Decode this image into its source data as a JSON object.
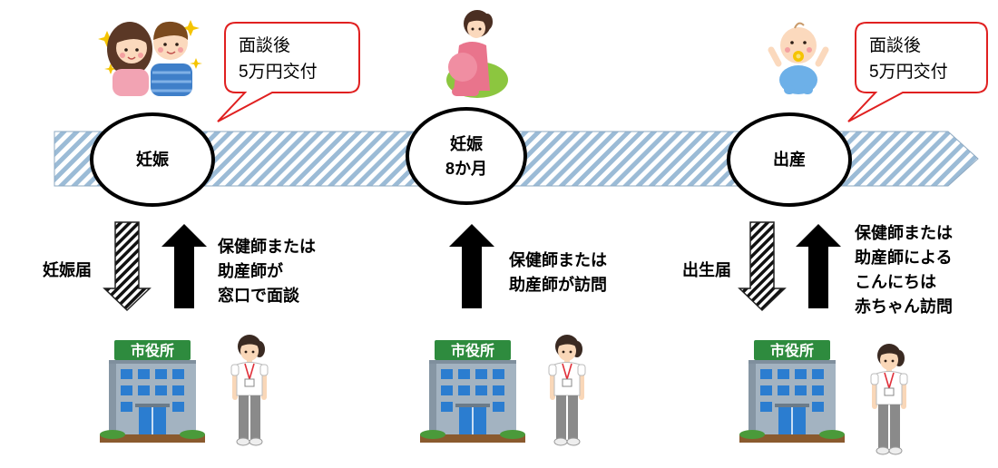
{
  "bubbles": [
    {
      "line1": "面談後",
      "line2": "5万円交付"
    },
    {
      "line1": "面談後",
      "line2": "5万円交付"
    }
  ],
  "milestones": [
    {
      "lines": [
        "妊娠"
      ]
    },
    {
      "lines": [
        "妊娠",
        "8か月"
      ]
    },
    {
      "lines": [
        "出産"
      ]
    }
  ],
  "forms": {
    "pregnancy_notification": "妊娠届",
    "birth_notification": "出生届"
  },
  "actions": {
    "pregnancy": [
      "保健師または",
      "助産師が",
      "窓口で面談"
    ],
    "eight_months": [
      "保健師または",
      "助産師が訪問"
    ],
    "birth": [
      "保健師または",
      "助産師による",
      "こんにちは",
      "赤ちゃん訪問"
    ]
  },
  "offices": [
    {
      "sign": "市役所"
    },
    {
      "sign": "市役所"
    },
    {
      "sign": "市役所"
    }
  ],
  "illustrations": [
    "couple",
    "pregnant-woman",
    "baby",
    "city-hall",
    "nurse"
  ],
  "colors": {
    "bubble_border": "#e02020",
    "timeline_stripe": "#9bbbd6",
    "sign_green": "#2e8b3e",
    "arrow": "#000000"
  }
}
